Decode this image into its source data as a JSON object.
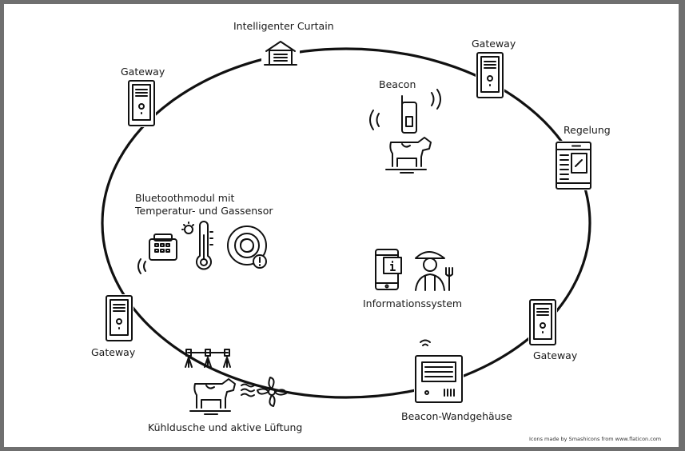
{
  "labels": {
    "curtain": "Intelligenter Curtain",
    "gateway_top_left": "Gateway",
    "gateway_top_right": "Gateway",
    "beacon": "Beacon",
    "regelung": "Regelung",
    "bluetooth_line1": "Bluetoothmodul mit",
    "bluetooth_line2": "Temperatur- und Gassensor",
    "info": "Informationssystem",
    "gateway_bottom_left": "Gateway",
    "gateway_bottom_right": "Gateway",
    "cooling": "Kühldusche und aktive Lüftung",
    "beacon_housing": "Beacon-Wandgehäuse",
    "credit": "Icons made by Smashicons from www.flaticon.com"
  },
  "icons": [
    "barn-icon",
    "gateway-icon",
    "beacon-icon",
    "cow-icon",
    "server-rack-icon",
    "thermo-sensor-icon",
    "gas-sensor-icon",
    "smartphone-icon",
    "farmer-icon",
    "sprinkler-icon",
    "fan-icon",
    "wall-housing-icon",
    "wifi-icon"
  ],
  "colors": {
    "line": "#111111",
    "frame": "#6f6f6f"
  }
}
